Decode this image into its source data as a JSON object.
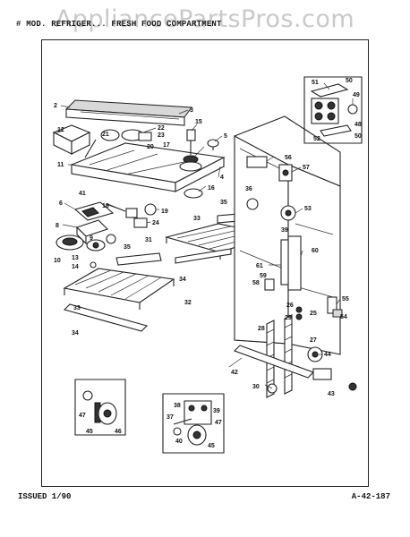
{
  "watermark": "AppliancePartsPros.com",
  "header": "# MOD. REFRIGER... FRESH FOOD COMPARTMENT",
  "footer": {
    "issued": "ISSUED 1/90",
    "code": "A-42-187"
  },
  "callouts": {
    "c2": "2",
    "c3": "3",
    "c12": "12",
    "c22": "22",
    "c23": "23",
    "c21": "21",
    "c20": "20",
    "c15": "15",
    "c5": "5",
    "c17": "17",
    "c11": "11",
    "c4": "4",
    "c16": "16",
    "c41": "41",
    "c19": "19",
    "c6": "6",
    "c18": "18",
    "c8": "8",
    "c24": "24",
    "c9": "9",
    "c10": "10",
    "c13": "13",
    "c14": "14",
    "c31": "31",
    "c35": "35",
    "c33a": "33",
    "c35b": "35",
    "c34a": "34",
    "c32": "32",
    "c33b": "33",
    "c34b": "34",
    "c51": "51",
    "c50a": "50",
    "c49": "49",
    "c48": "48",
    "c52": "52",
    "c50b": "50",
    "c56": "56",
    "c57": "57",
    "c36": "36",
    "c53": "53",
    "c39": "39",
    "c60": "60",
    "c61": "61",
    "c59": "59",
    "c58": "58",
    "c55": "55",
    "c26": "26",
    "c25": "25",
    "c54": "54",
    "c29": "29",
    "c28": "28",
    "c27": "27",
    "c44": "44",
    "c42": "42",
    "c30": "30",
    "c43": "43",
    "c47a": "47",
    "c45a": "45",
    "c46": "46",
    "c38": "38",
    "c37": "37",
    "c39b": "39",
    "c47b": "47",
    "c40": "40",
    "c45b": "45"
  }
}
